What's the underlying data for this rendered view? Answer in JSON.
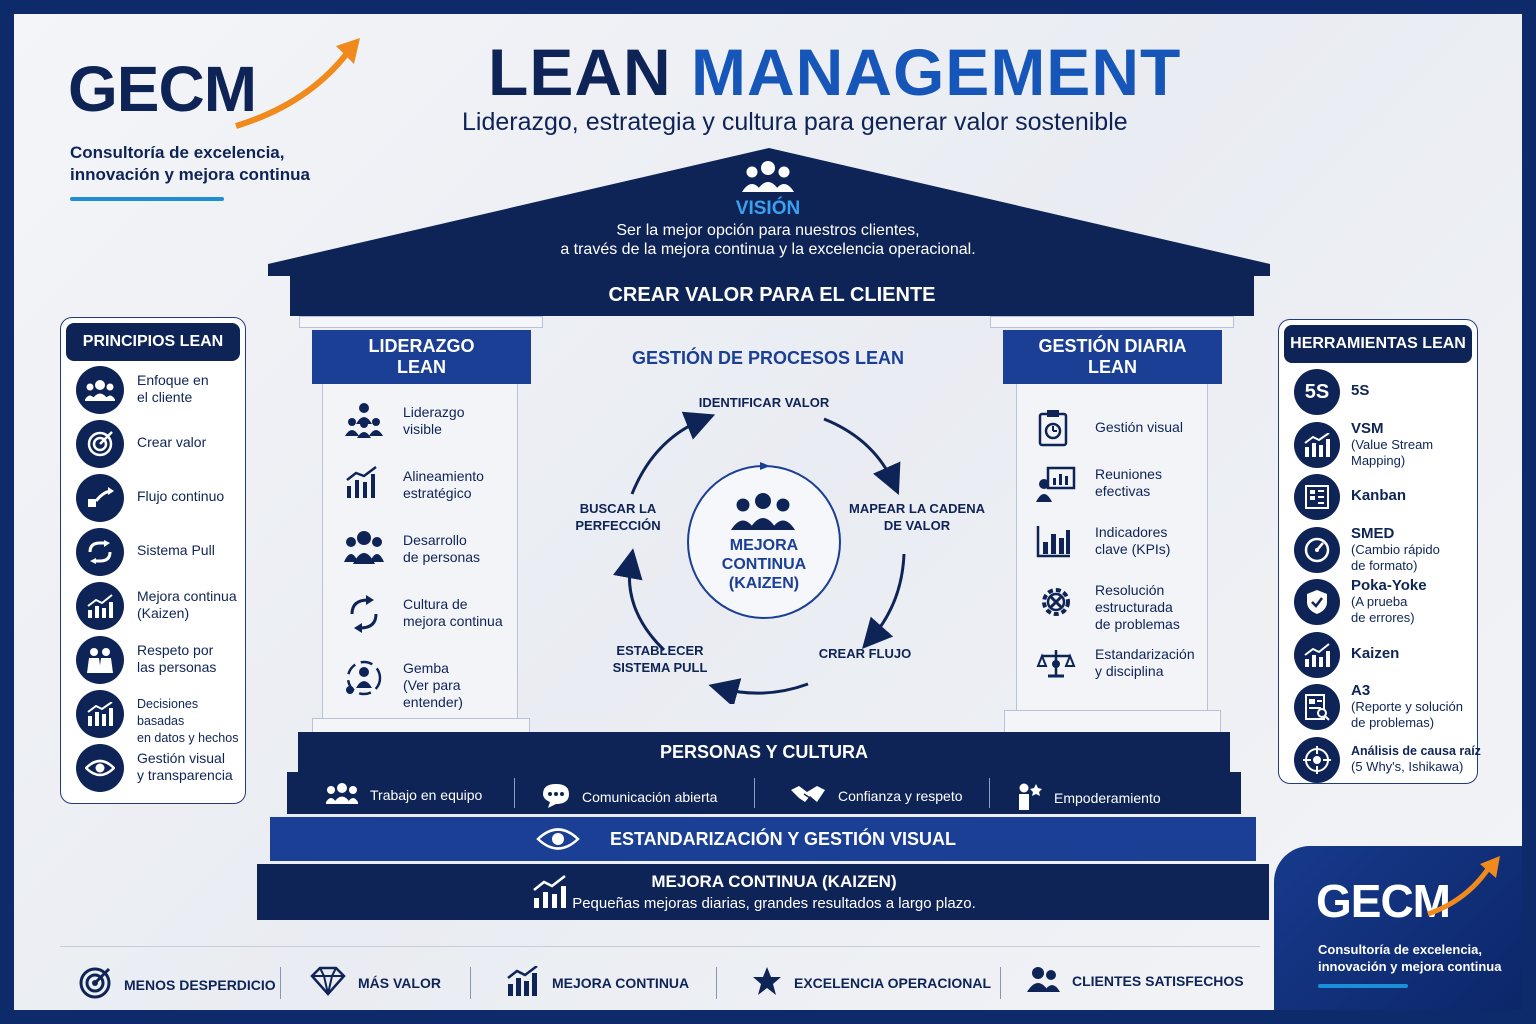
{
  "brand": {
    "name": "GECM",
    "tagline_1": "Consultoría de excelencia,",
    "tagline_2": "innovación y mejora continua"
  },
  "header": {
    "title_part1": "LEAN ",
    "title_part2": "MANAGEMENT",
    "subtitle": "Liderazgo, estrategia y cultura para generar valor sostenible"
  },
  "roof": {
    "vision_label": "VISIÓN",
    "vision_line1": "Ser la mejor opción para nuestros clientes,",
    "vision_line2": "a través de la mejora continua y la excelencia operacional.",
    "beam": "CREAR VALOR PARA EL CLIENTE"
  },
  "principles": {
    "title": "PRINCIPIOS LEAN",
    "items": [
      {
        "l1": "Enfoque en",
        "l2": "el cliente",
        "icon": "people-icon"
      },
      {
        "l1": "Crear valor",
        "l2": "",
        "icon": "target-icon"
      },
      {
        "l1": "Flujo continuo",
        "l2": "",
        "icon": "flow-icon"
      },
      {
        "l1": "Sistema Pull",
        "l2": "",
        "icon": "pull-icon"
      },
      {
        "l1": "Mejora continua",
        "l2": "(Kaizen)",
        "icon": "growth-icon"
      },
      {
        "l1": "Respeto por",
        "l2": "las personas",
        "icon": "respect-icon"
      },
      {
        "l1": "Decisiones basadas",
        "l2": "en datos y hechos",
        "icon": "chart-icon"
      },
      {
        "l1": "Gestión visual",
        "l2": "y transparencia",
        "icon": "eye-icon"
      }
    ]
  },
  "leadership": {
    "title_1": "LIDERAZGO",
    "title_2": "LEAN",
    "items": [
      {
        "l1": "Liderazgo",
        "l2": "visible",
        "icon": "leader-icon"
      },
      {
        "l1": "Alineamiento",
        "l2": "estratégico",
        "icon": "growth-icon"
      },
      {
        "l1": "Desarrollo",
        "l2": "de personas",
        "icon": "people-icon"
      },
      {
        "l1": "Cultura de",
        "l2": "mejora continua",
        "icon": "cycle-icon"
      },
      {
        "l1": "Gemba",
        "l2": "(Ver para entender)",
        "icon": "gemba-icon"
      }
    ]
  },
  "process": {
    "title": "GESTIÓN DE PROCESOS LEAN",
    "center_1": "MEJORA",
    "center_2": "CONTINUA",
    "center_3": "(KAIZEN)",
    "step_top": "IDENTIFICAR VALOR",
    "step_right_1": "MAPEAR LA CADENA",
    "step_right_2": "DE VALOR",
    "step_bottom_right": "CREAR FLUJO",
    "step_bottom_left_1": "ESTABLECER",
    "step_bottom_left_2": "SISTEMA PULL",
    "step_left_1": "BUSCAR LA",
    "step_left_2": "PERFECCIÓN"
  },
  "daily": {
    "title_1": "GESTIÓN DIARIA",
    "title_2": "LEAN",
    "items": [
      {
        "l1": "Gestión visual",
        "l2": "",
        "l3": "",
        "icon": "clipboard-icon"
      },
      {
        "l1": "Reuniones",
        "l2": "efectivas",
        "l3": "",
        "icon": "meeting-icon"
      },
      {
        "l1": "Indicadores",
        "l2": "clave (KPIs)",
        "l3": "",
        "icon": "bars-icon"
      },
      {
        "l1": "Resolución",
        "l2": "estructurada",
        "l3": "de problemas",
        "icon": "gear-icon"
      },
      {
        "l1": "Estandarización",
        "l2": "y disciplina",
        "l3": "",
        "icon": "balance-icon"
      }
    ]
  },
  "tools": {
    "title": "HERRAMIENTAS LEAN",
    "items": [
      {
        "name": "5S",
        "d1": "",
        "d2": "",
        "icon": "5s-icon",
        "glyph": "5S"
      },
      {
        "name": "VSM",
        "d1": "(Value Stream",
        "d2": "Mapping)",
        "icon": "chart-icon",
        "glyph": ""
      },
      {
        "name": "Kanban",
        "d1": "",
        "d2": "",
        "icon": "kanban-icon",
        "glyph": ""
      },
      {
        "name": "SMED",
        "d1": "(Cambio rápido",
        "d2": "de formato)",
        "icon": "gauge-icon",
        "glyph": ""
      },
      {
        "name": "Poka-Yoke",
        "d1": "(A prueba",
        "d2": "de errores)",
        "icon": "shield-icon",
        "glyph": ""
      },
      {
        "name": "Kaizen",
        "d1": "",
        "d2": "",
        "icon": "growth-icon",
        "glyph": ""
      },
      {
        "name": "A3",
        "d1": "(Reporte y solución",
        "d2": "de problemas)",
        "icon": "report-icon",
        "glyph": ""
      },
      {
        "name": "Análisis de causa raíz",
        "d1": "(5 Why's, Ishikawa)",
        "d2": "",
        "icon": "rootcause-icon",
        "glyph": ""
      }
    ]
  },
  "base": {
    "people_culture": "PERSONAS Y CULTURA",
    "culture_items": [
      "Trabajo en equipo",
      "Comunicación abierta",
      "Confianza y respeto",
      "Empoderamiento"
    ],
    "standardization": "ESTANDARIZACIÓN Y GESTIÓN VISUAL",
    "kaizen_title": "MEJORA CONTINUA (KAIZEN)",
    "kaizen_sub": "Pequeñas mejoras diarias, grandes resultados a largo plazo."
  },
  "footer": {
    "items": [
      "MENOS DESPERDICIO",
      "MÁS VALOR",
      "MEJORA CONTINUA",
      "EXCELENCIA OPERACIONAL",
      "CLIENTES SATISFECHOS"
    ]
  },
  "colors": {
    "navy": "#0f2456",
    "blue": "#1656b8",
    "accent_orange": "#f08a1c",
    "accent_cyan": "#1d8fd6"
  }
}
